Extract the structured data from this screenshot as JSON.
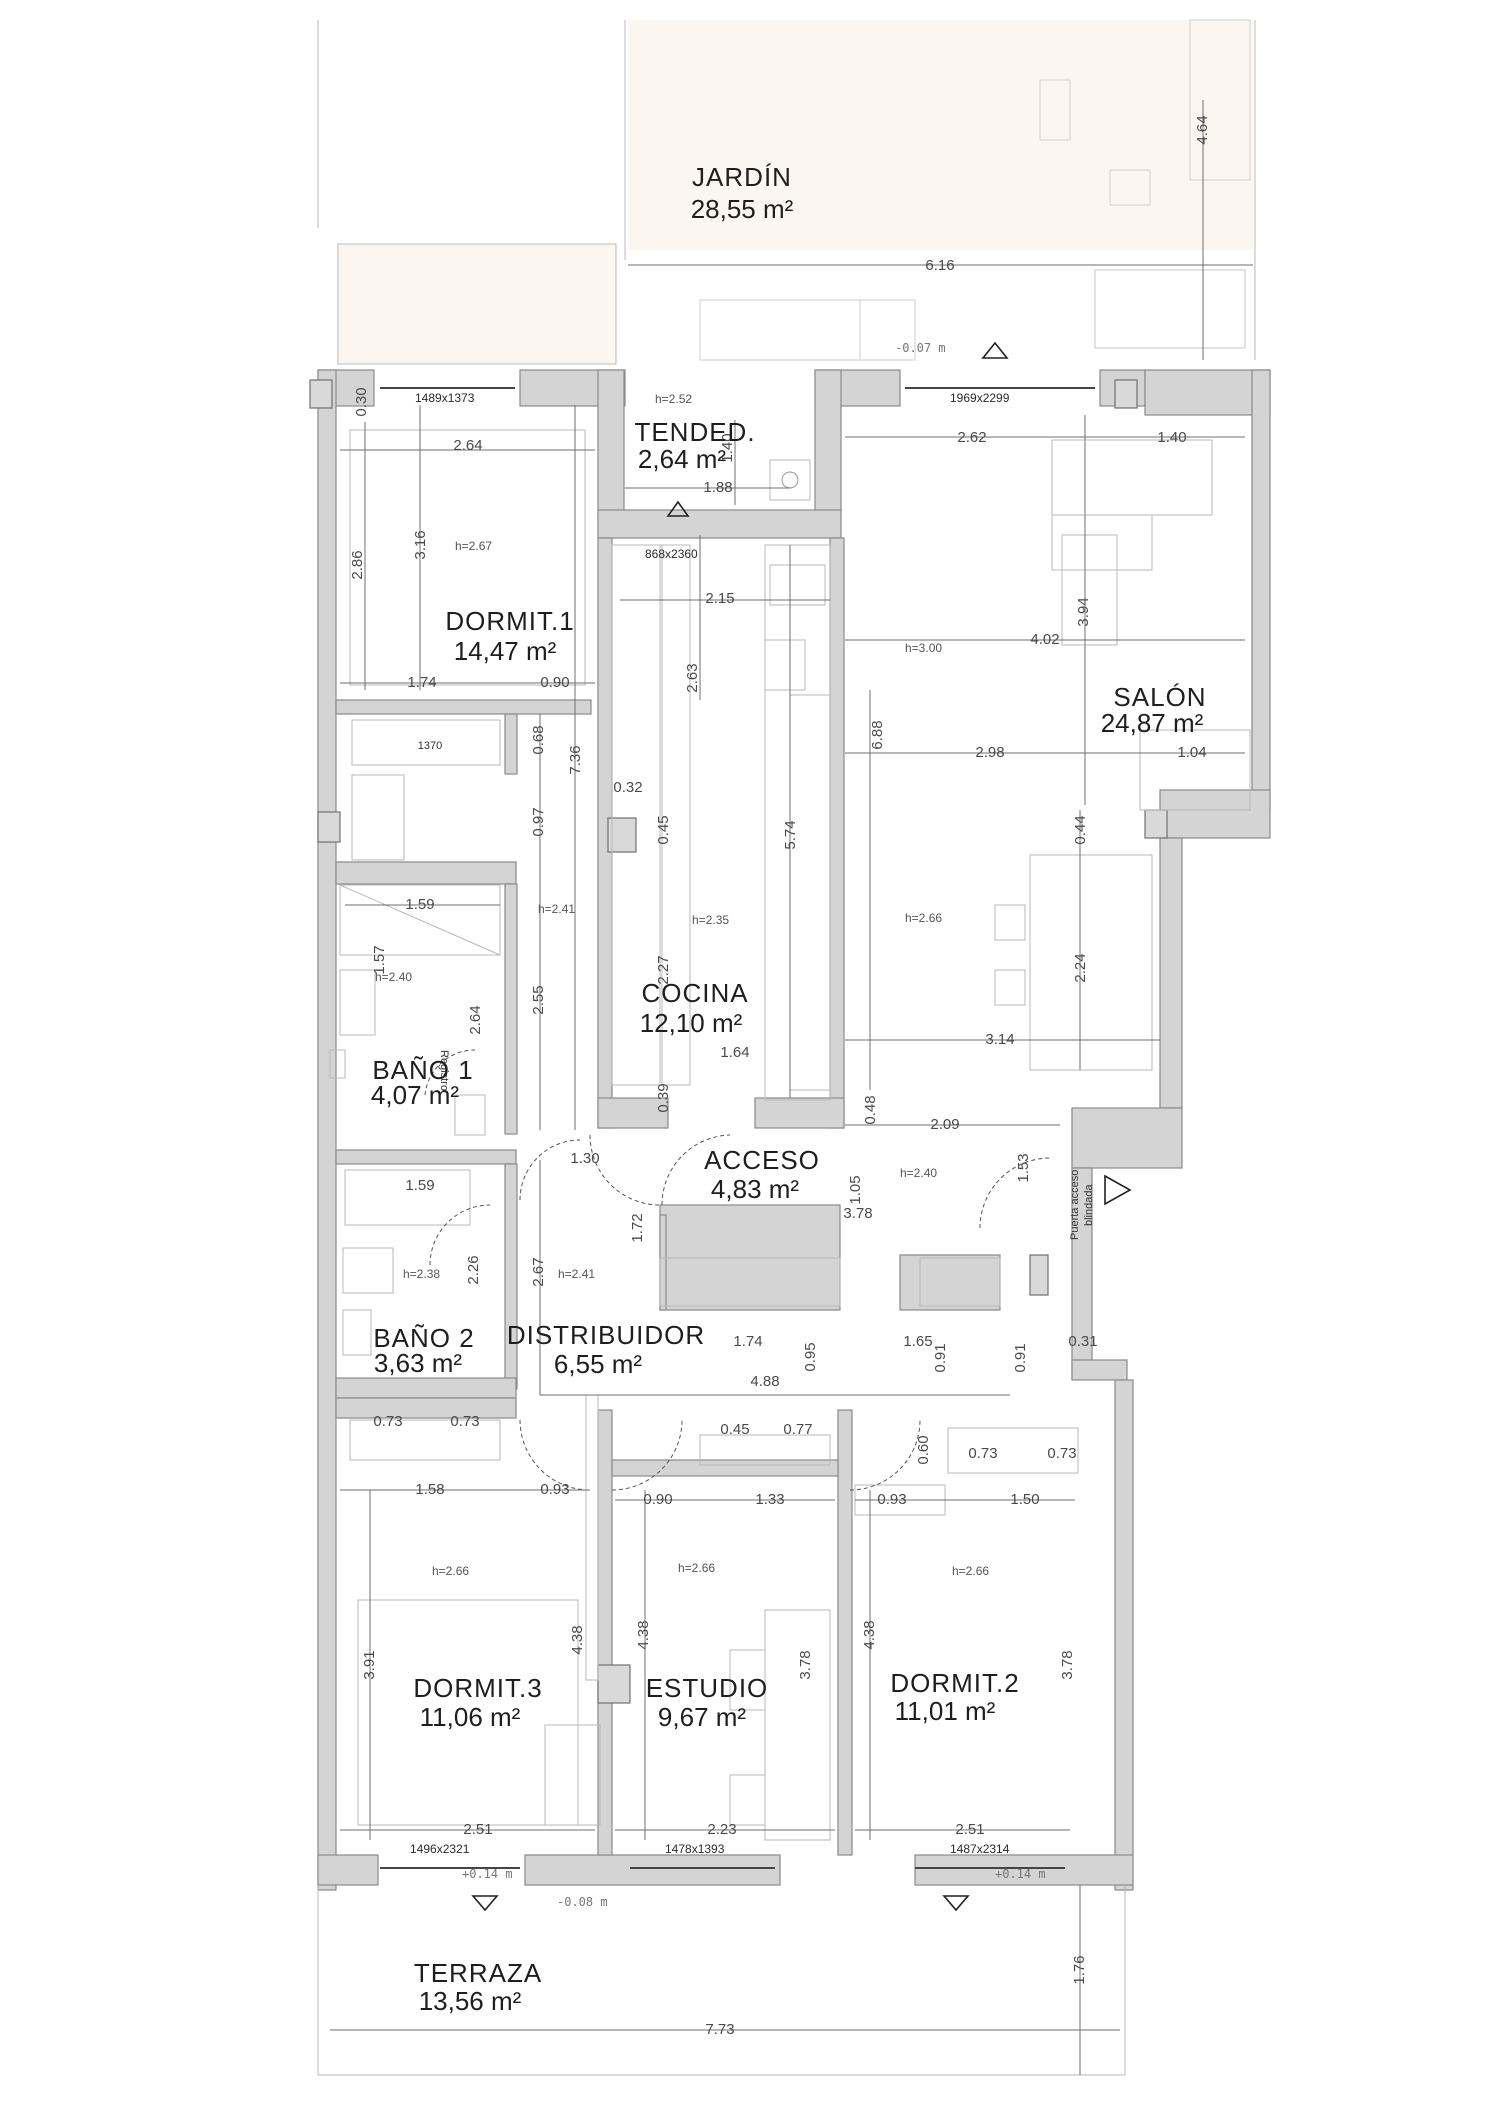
{
  "rooms": {
    "jardin": {
      "name": "JARDÍN",
      "area": "28,55 m²"
    },
    "tended": {
      "name": "TENDED.",
      "area": "2,64 m²"
    },
    "dormit1": {
      "name": "DORMIT.1",
      "area": "14,47 m²"
    },
    "salon": {
      "name": "SALÓN",
      "area": "24,87 m²"
    },
    "cocina": {
      "name": "COCINA",
      "area": "12,10 m²"
    },
    "bano1": {
      "name": "BAÑO 1",
      "area": "4,07 m²"
    },
    "acceso": {
      "name": "ACCESO",
      "area": "4,83 m²"
    },
    "bano2": {
      "name": "BAÑO 2",
      "area": "3,63 m²"
    },
    "distribuidor": {
      "name": "DISTRIBUIDOR",
      "area": "6,55 m²"
    },
    "dormit3": {
      "name": "DORMIT.3",
      "area": "11,06 m²"
    },
    "estudio": {
      "name": "ESTUDIO",
      "area": "9,67 m²"
    },
    "dormit2": {
      "name": "DORMIT.2",
      "area": "11,01 m²"
    },
    "terraza": {
      "name": "TERRAZA",
      "area": "13,56 m²"
    }
  },
  "dimensions": {
    "jardin_width": "6.16",
    "jardin_depth": "4.64",
    "d1_top_offset": "0.30",
    "d1_width": "2.64",
    "d1_h1": "2.86",
    "d1_h2": "3.16",
    "d1_bottom_a": "1.74",
    "d1_bottom_b": "0.90",
    "tended_h": "1.40",
    "tended_w": "1.88",
    "cocina_top_w": "2.15",
    "cocina_v1": "2.63",
    "cocina_v2": "5.74",
    "cocina_gap1": "0.32",
    "cocina_gap2": "0.45",
    "cocina_v3": "2.27",
    "cocina_bottom_w": "1.64",
    "cocina_v4": "0.39",
    "salon_a": "2.62",
    "salon_b": "1.40",
    "salon_c": "3.94",
    "salon_d": "4.02",
    "salon_e": "6.88",
    "salon_f": "2.98",
    "salon_g": "1.04",
    "salon_h": "0.44",
    "salon_i": "2.24",
    "salon_j": "3.14",
    "salon_k": "0.48",
    "salon_l": "2.09",
    "closet_h": "0.68",
    "closet_v": "0.97",
    "corr_v1": "7.36",
    "bano1_w": "1.59",
    "bano1_v": "1.57",
    "bano1_v2": "2.64",
    "corr_v2": "2.55",
    "acc_w": "1.30",
    "acc_v": "1.05",
    "acc_v2": "1.53",
    "acc_w2": "3.78",
    "dist_v": "1.72",
    "bano2_w": "1.59",
    "bano2_v": "2.26",
    "dist_v2": "2.67",
    "dist_a": "1.74",
    "dist_b": "1.65",
    "dist_c": "0.95",
    "dist_d": "0.91",
    "dist_e": "0.91",
    "dist_f": "0.31",
    "dist_g": "4.88",
    "wd_a": "0.73",
    "wd_b": "0.73",
    "wd_c": "0.45",
    "wd_d": "0.77",
    "wd_e": "0.60",
    "wd_f": "0.73",
    "wd_g": "0.73",
    "d3_a": "1.58",
    "d3_b": "0.93",
    "es_a": "0.90",
    "es_b": "1.33",
    "d2_a": "0.93",
    "d2_b": "1.50",
    "d3_v": "3.91",
    "d3_v2": "4.38",
    "es_v": "4.38",
    "es_v2": "3.78",
    "d2_v": "4.38",
    "d2_v2": "3.78",
    "d3_bottom": "2.51",
    "es_bottom": "2.23",
    "d2_bottom": "2.51",
    "terr_v": "1.76",
    "terr_w": "7.73"
  },
  "heights": {
    "tended": "h=2.52",
    "dormit1": "h=2.67",
    "salon1": "h=3.00",
    "salon2": "h=2.66",
    "corridor": "h=2.41",
    "cocina": "h=2.35",
    "bano1": "h=2.40",
    "acceso": "h=2.40",
    "bano2": "h=2.38",
    "distribuidor": "h=2.41",
    "dormit3": "h=2.66",
    "estudio": "h=2.66",
    "dormit2": "h=2.66"
  },
  "windows": {
    "d1": "1489x1373",
    "salon": "1969x2299",
    "cocina": "868x2360",
    "d3": "1496x2321",
    "estudio": "1478x1393",
    "d2": "1487x2314"
  },
  "levels": {
    "jardin": "-0.07 m",
    "terr_left": "+0.14 m",
    "terr_right": "+0.14 m",
    "terr_mid": "-0.08 m"
  },
  "labels": {
    "registro": "Registro",
    "puerta_1": "Puerta acceso",
    "puerta_2": "blindada",
    "closet_w": "1370"
  }
}
